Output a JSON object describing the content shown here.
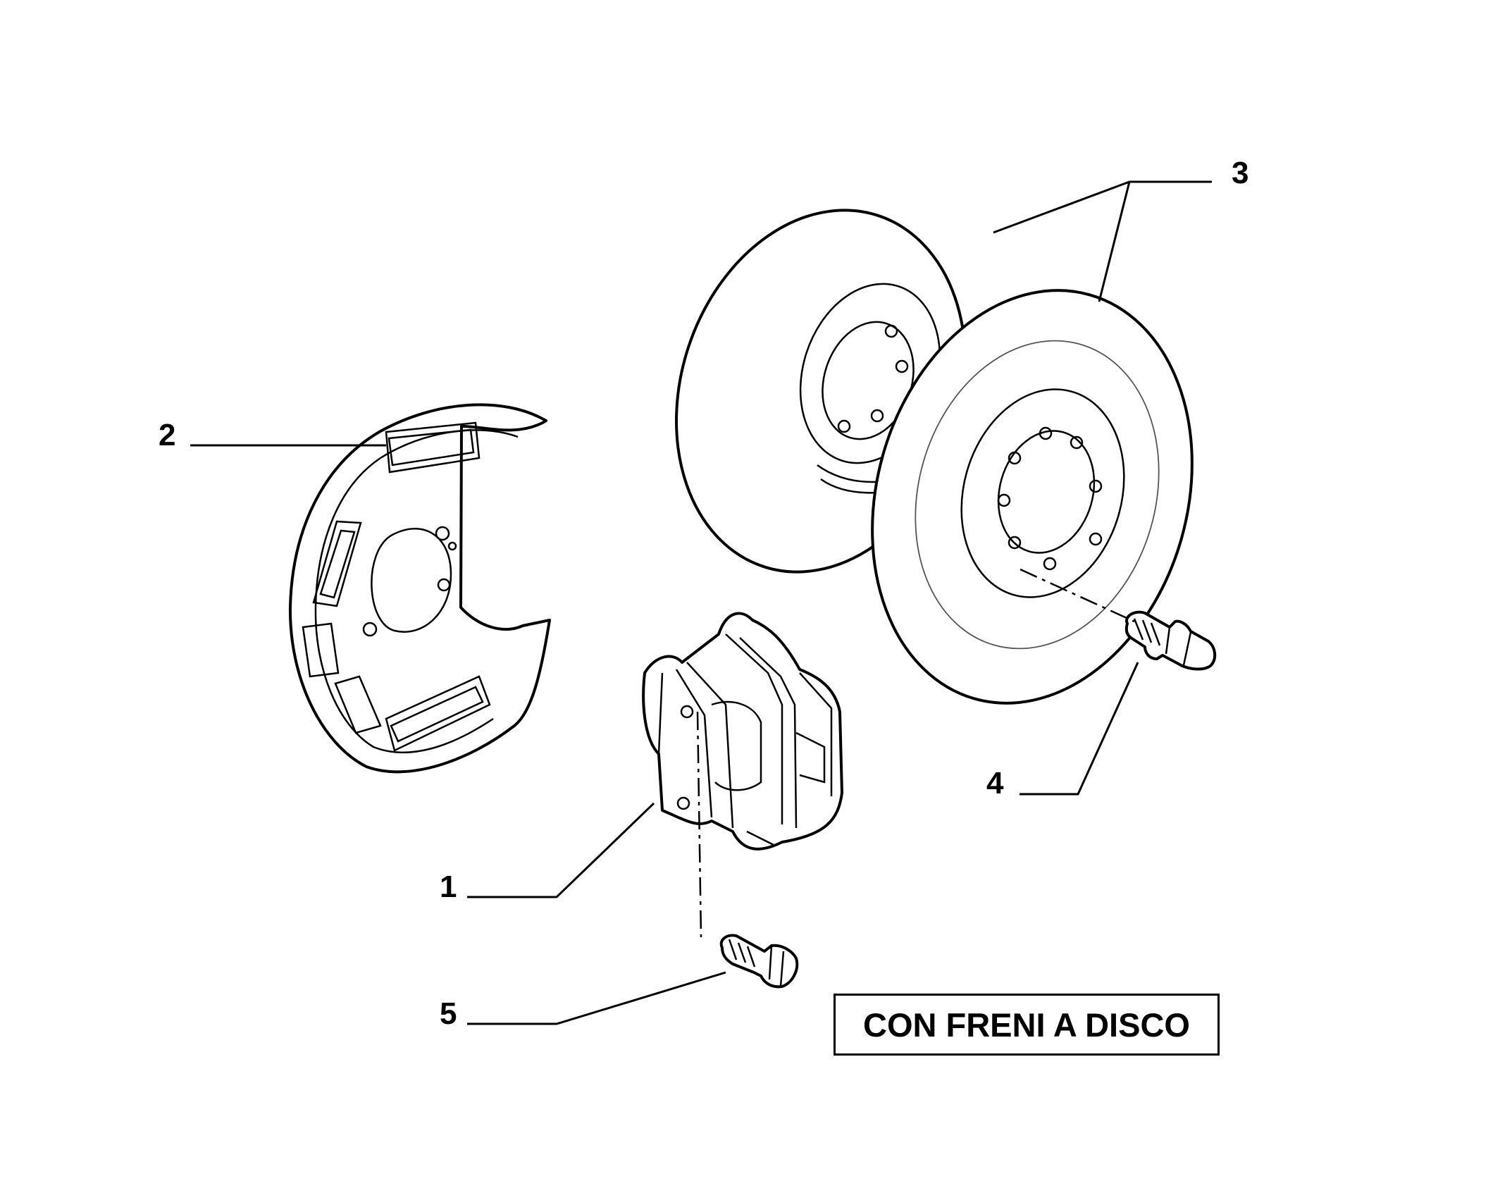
{
  "diagram": {
    "callouts": [
      {
        "id": "1",
        "label": "1"
      },
      {
        "id": "2",
        "label": "2"
      },
      {
        "id": "3",
        "label": "3"
      },
      {
        "id": "4",
        "label": "4"
      },
      {
        "id": "5",
        "label": "5"
      }
    ],
    "note": "CON FRENI A DISCO",
    "colors": {
      "ink": "#000000",
      "paper": "#ffffff"
    }
  }
}
